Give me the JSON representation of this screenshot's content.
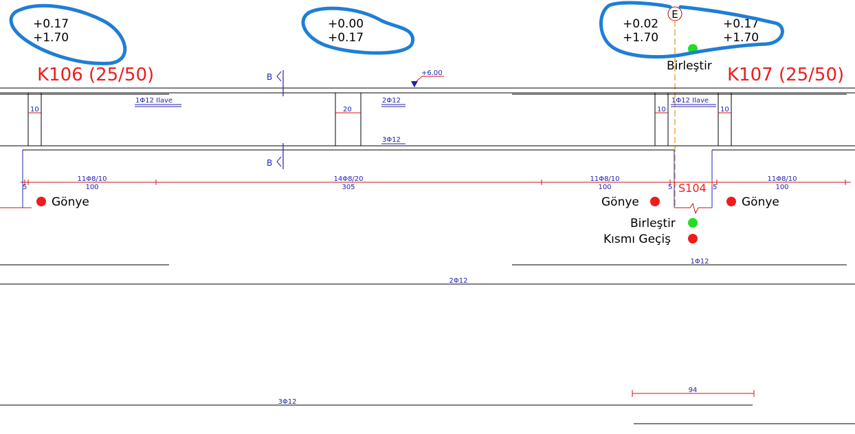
{
  "levels": {
    "left": {
      "top": "+0.17",
      "bottom": "+1.70"
    },
    "middle": {
      "top": "+0.00",
      "bottom": "+0.17"
    },
    "right_a": {
      "top": "+0.02",
      "bottom": "+1.70"
    },
    "right_b": {
      "top": "+0.17",
      "bottom": "+1.70"
    }
  },
  "beams": {
    "left": "K106 (25/50)",
    "right": "K107 (25/50)"
  },
  "axis_label": "E",
  "section_marks": {
    "top": "B",
    "bottom": "B"
  },
  "elevation": "+6.00",
  "rebars": {
    "extra_left": "1Φ12 Ilave",
    "top_mid": "2Φ12",
    "bottom_mid": "3Φ12",
    "extra_right": "1Φ12 Ilave",
    "lower_right": "1Φ12",
    "lower_mid": "2Φ12",
    "lower_bottom": "3Φ12"
  },
  "widths": {
    "w1": "10",
    "w2": "20",
    "w3": "10",
    "w4": "10"
  },
  "stirrups": {
    "s1": {
      "spec": "11Φ8/10",
      "len": "100"
    },
    "s2": {
      "spec": "14Φ8/20",
      "len": "305"
    },
    "s3": {
      "spec": "11Φ8/10",
      "len": "100"
    },
    "s4": {
      "spec": "11Φ8/10",
      "len": "100"
    }
  },
  "small_dims": {
    "d1": "5",
    "d2": "5",
    "d3": "5"
  },
  "column": "S104",
  "dim_94": "94",
  "tags": {
    "gonye_left": "Gönye",
    "gonye_mid": "Gönye",
    "gonye_right": "Gönye",
    "birlestir_top": "Birleştir",
    "birlestir_mid": "Birleştir",
    "kismi_gecis": "Kısmı Geçiş"
  },
  "colors": {
    "red_status": "#ee1c1c",
    "green_status": "#22dd22",
    "annotation_blue": "#1f7ed6",
    "drawing_blue": "#2020b0"
  }
}
